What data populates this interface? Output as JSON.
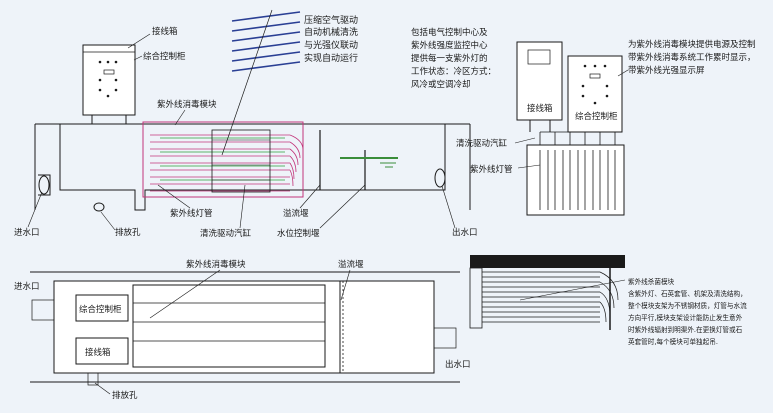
{
  "labels": {
    "top_cabinet": "接线箱",
    "top_control": "综合控制柜",
    "uv_module": "紫外线消毒模块",
    "uv_lamp": "紫外线灯管",
    "clean_cyl": "清洗驱动汽缸",
    "overflow_weir": "溢流堰",
    "level_weir": "水位控制堰",
    "inlet": "进水口",
    "drain": "排放孔",
    "outlet": "出水口",
    "plan_uv_module": "紫外线消毒模块",
    "plan_overflow": "溢流堰",
    "plan_inlet": "进水口",
    "plan_control": "综合控制柜",
    "plan_cabinet": "接线箱",
    "plan_drain": "排放孔",
    "plan_outlet": "出水口",
    "right_cabinet": "接线箱",
    "right_control": "综合控制柜",
    "right_clean": "清洗驱动汽缸",
    "right_lamp": "紫外线灯管"
  },
  "notes": {
    "air_drive": [
      "压缩空气驱动",
      "自动机械清洗",
      "与光强仪联动",
      "实现自动运行"
    ],
    "center_info": [
      "包括电气控制中心及",
      "紫外线强度监控中心",
      "提供每一支紫外灯的",
      "工作状态：冷区方式：",
      "风冷或空调冷却"
    ],
    "right_info": [
      "为紫外线消毒模块提供电源及控制",
      "带紫外线消毒系统工作累时显示，",
      "带紫外线光强显示屏"
    ],
    "module_desc": [
      "紫外线杀菌模块",
      "含紫外灯、石英套管、机架及清洗结构，",
      "整个模块支架为不锈钢材质，灯管与水流",
      "方向平行,模块支架设计能防止发生意外",
      "时紫外线辐射到明渠外.在更换灯管或石",
      "英套管时,每个模块可单独起吊."
    ]
  },
  "colors": {
    "bg": "#eef3f9",
    "water": "#2a3f94",
    "uv_lamp": "#c2357a",
    "clean": "#2ea23a",
    "level": "#3a8d3a"
  }
}
